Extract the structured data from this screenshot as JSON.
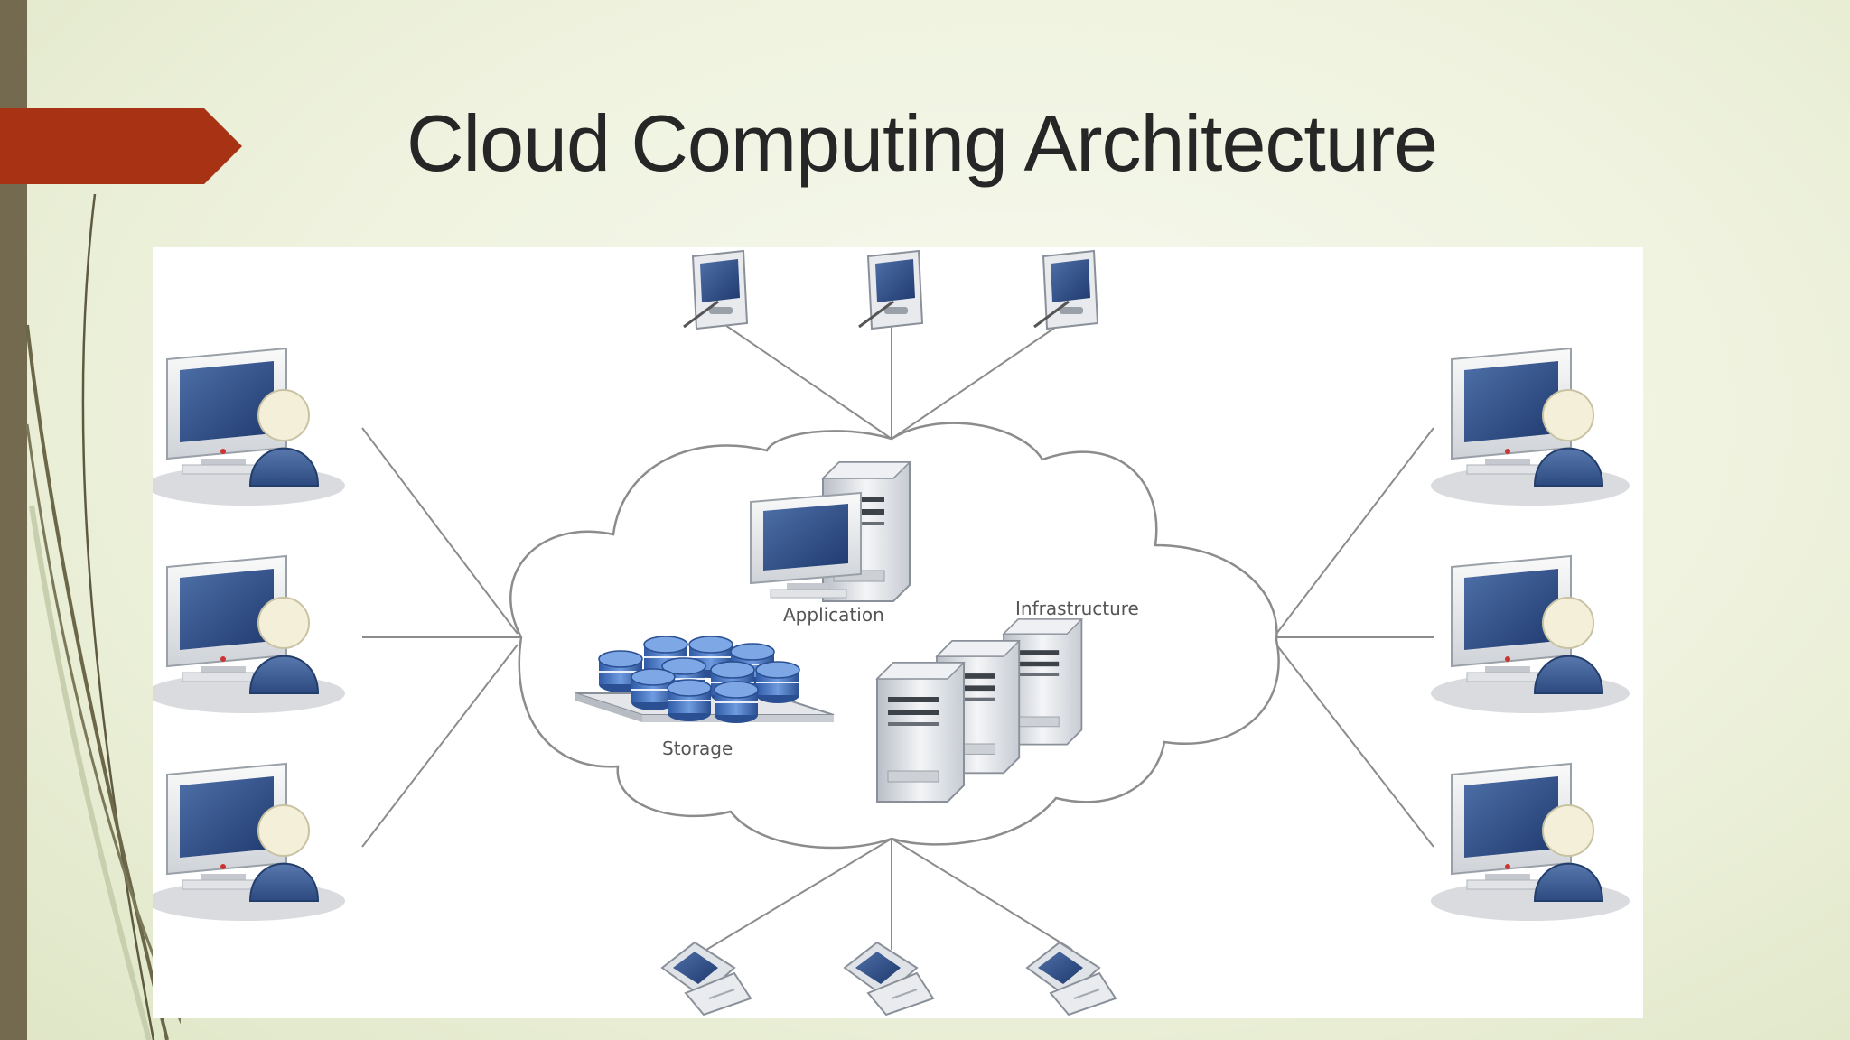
{
  "slide": {
    "title": "Cloud Computing Architecture"
  },
  "diagram": {
    "cloud_labels": {
      "application": "Application",
      "infrastructure": "Infrastructure",
      "storage": "Storage"
    }
  },
  "colors": {
    "accent_arrow": "#a83214",
    "left_bar": "#746a4f",
    "screen_blue": "#2f4f8a",
    "user_body": "#3c5d94"
  }
}
